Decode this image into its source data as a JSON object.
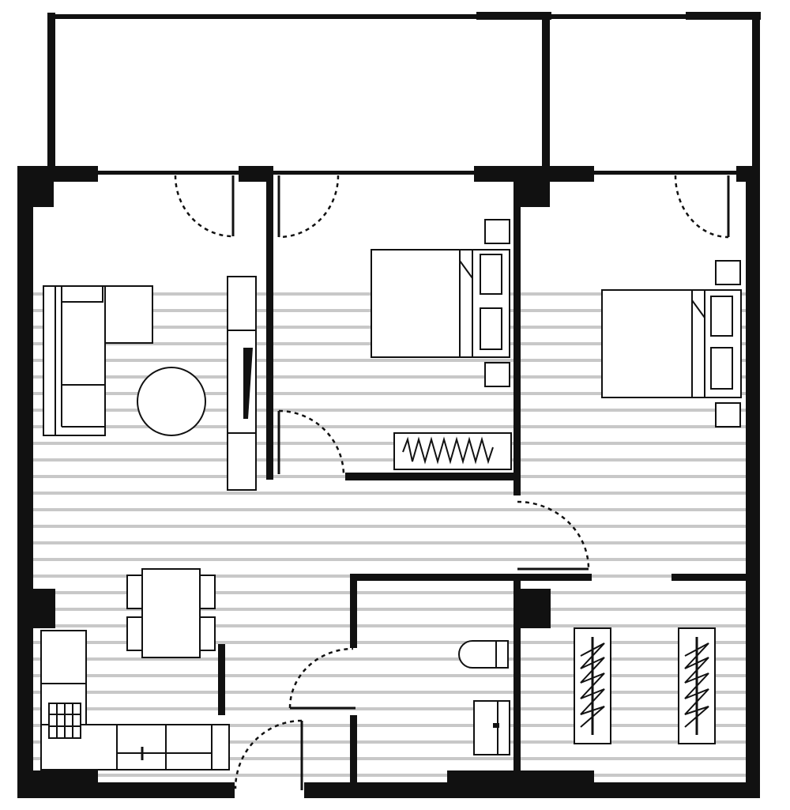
{
  "plan": {
    "colors": {
      "wall": "#111111",
      "floor_stripe": "#c8c8c8",
      "background": "#ffffff"
    },
    "rooms": [
      "balcony-left",
      "balcony-right",
      "living-room",
      "bedroom-1",
      "bedroom-2",
      "hallway",
      "kitchen-dining",
      "bathroom",
      "closet"
    ]
  }
}
